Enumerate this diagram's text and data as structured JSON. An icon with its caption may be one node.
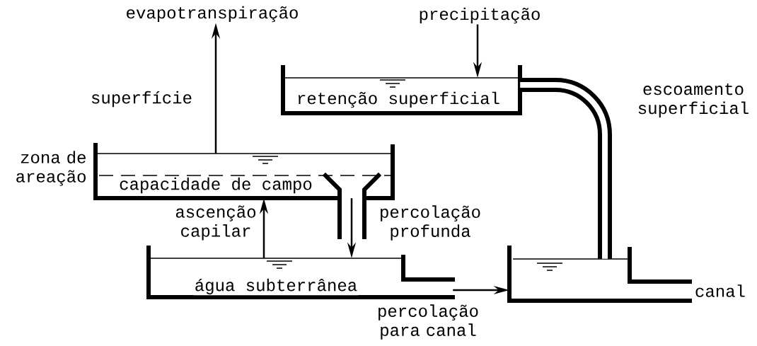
{
  "diagram": {
    "nodes": [
      {
        "text": [
          "evapotranspiração"
        ]
      },
      {
        "text": [
          "precipitação"
        ]
      },
      {
        "text": [
          "zona de areação",
          "capacidade de campo"
        ]
      },
      {
        "text": [
          "retenção superficial"
        ]
      },
      {
        "text": [
          "água subterrânea"
        ]
      },
      {
        "text": [
          "canal"
        ]
      }
    ],
    "edges": [
      {
        "from": 2,
        "to": 0,
        "arrow": "to"
      },
      {
        "from": 1,
        "to": 3,
        "arrow": "to"
      },
      {
        "from": 4,
        "to": 2,
        "label": "ascenção capilar",
        "arrow": "to"
      },
      {
        "from": 2,
        "to": 4,
        "label": "percolação profunda",
        "arrow": "to"
      },
      {
        "from": 4,
        "to": 5,
        "label": "percolação para canal",
        "arrow": "to"
      },
      {
        "from": 3,
        "to": 5,
        "label": "escoamento superficial",
        "arrow": "none",
        "style": "thick"
      }
    ],
    "labels": [
      "superfície"
    ]
  }
}
